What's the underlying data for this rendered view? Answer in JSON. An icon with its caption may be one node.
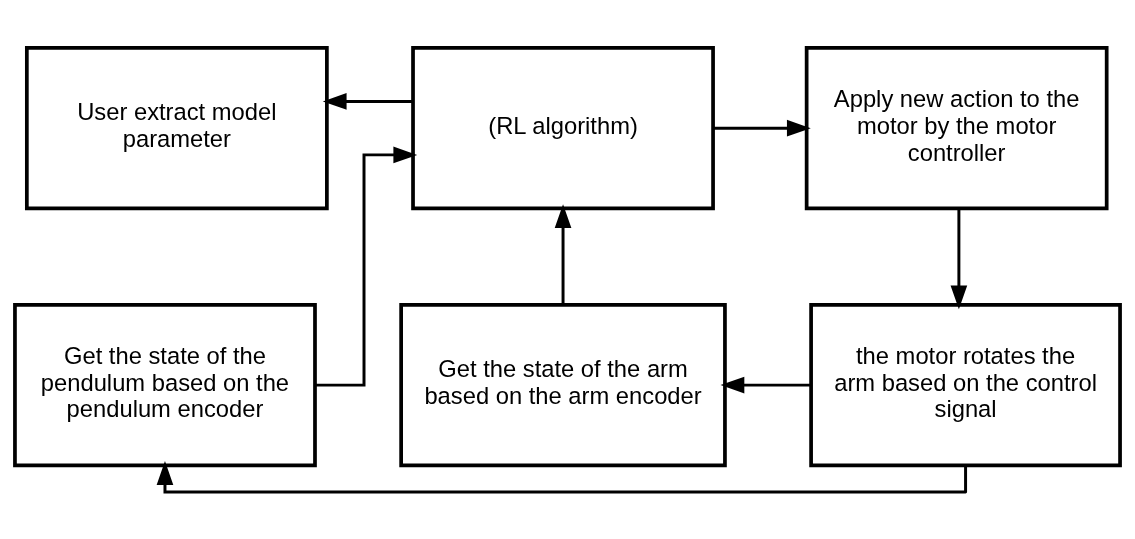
{
  "diagram": {
    "nodes": [
      {
        "text": [
          "User extract model parameter"
        ]
      },
      {
        "text": [
          "(RL algorithm)"
        ]
      },
      {
        "text": [
          "Apply new action to the motor by the motor controller"
        ]
      },
      {
        "text": [
          "Get the state of the pendulum based on the pendulum encoder"
        ]
      },
      {
        "text": [
          "Get the state of the arm based on the arm encoder"
        ]
      },
      {
        "text": [
          "the motor rotates the arm based on the control signal"
        ]
      }
    ],
    "edges": [
      {
        "from": 1,
        "to": 0,
        "arrow": "to"
      },
      {
        "from": 1,
        "to": 2,
        "arrow": "to"
      },
      {
        "from": 2,
        "to": 5,
        "arrow": "to"
      },
      {
        "from": 5,
        "to": 4,
        "arrow": "to"
      },
      {
        "from": 5,
        "to": 3,
        "arrow": "to"
      },
      {
        "from": 4,
        "to": 1,
        "arrow": "to"
      },
      {
        "from": 3,
        "to": 1,
        "arrow": "to"
      }
    ]
  }
}
